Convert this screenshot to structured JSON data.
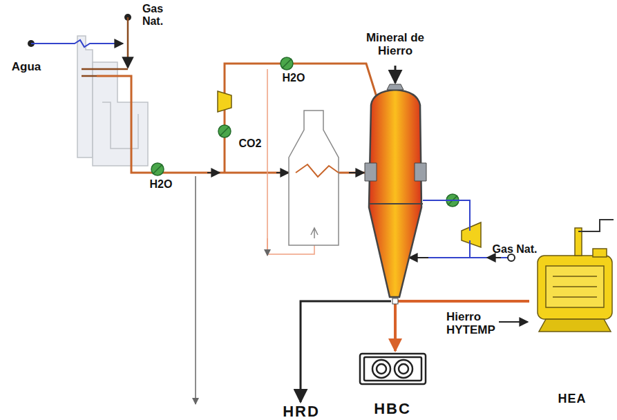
{
  "diagram": {
    "nodes": [
      {
        "text": [
          "Mineral de Hierro"
        ]
      },
      {
        "text": [
          "HBC"
        ]
      },
      {
        "text": [
          "HEA"
        ]
      }
    ],
    "edges": [
      {
        "from": 0,
        "to": 1,
        "arrow": "to"
      },
      {
        "from": 0,
        "to": 2,
        "label": "Hierro HYTEMP",
        "arrow": "none"
      }
    ],
    "labels": [
      "Gas Nat.",
      "Agua",
      "H2O",
      "H2O",
      "CO2",
      "Gas Nat.",
      "HRD"
    ]
  }
}
